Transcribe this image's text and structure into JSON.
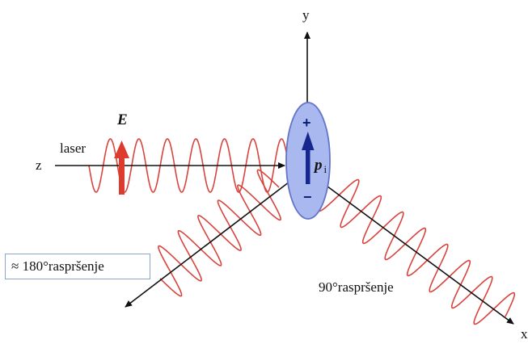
{
  "diagram": {
    "axis_y_label": "y",
    "axis_z_label": "z",
    "axis_x_label": "x",
    "laser_label": "laser",
    "field_label": "E",
    "dipole_label": "p",
    "dipole_subscript": "i",
    "plus_sign": "+",
    "minus_sign": "−",
    "back_scatter_label": "≈ 180°raspršenje",
    "side_scatter_label": "90°raspršenje",
    "colors": {
      "wave": "#d8443e",
      "field_arrow": "#dc3b2e",
      "dipole_fill": "#a9b8ee",
      "dipole_stroke": "#6474c8",
      "dipole_arrow": "#15268f",
      "axis": "#111111",
      "callout_border": "#8aa6cc"
    }
  }
}
